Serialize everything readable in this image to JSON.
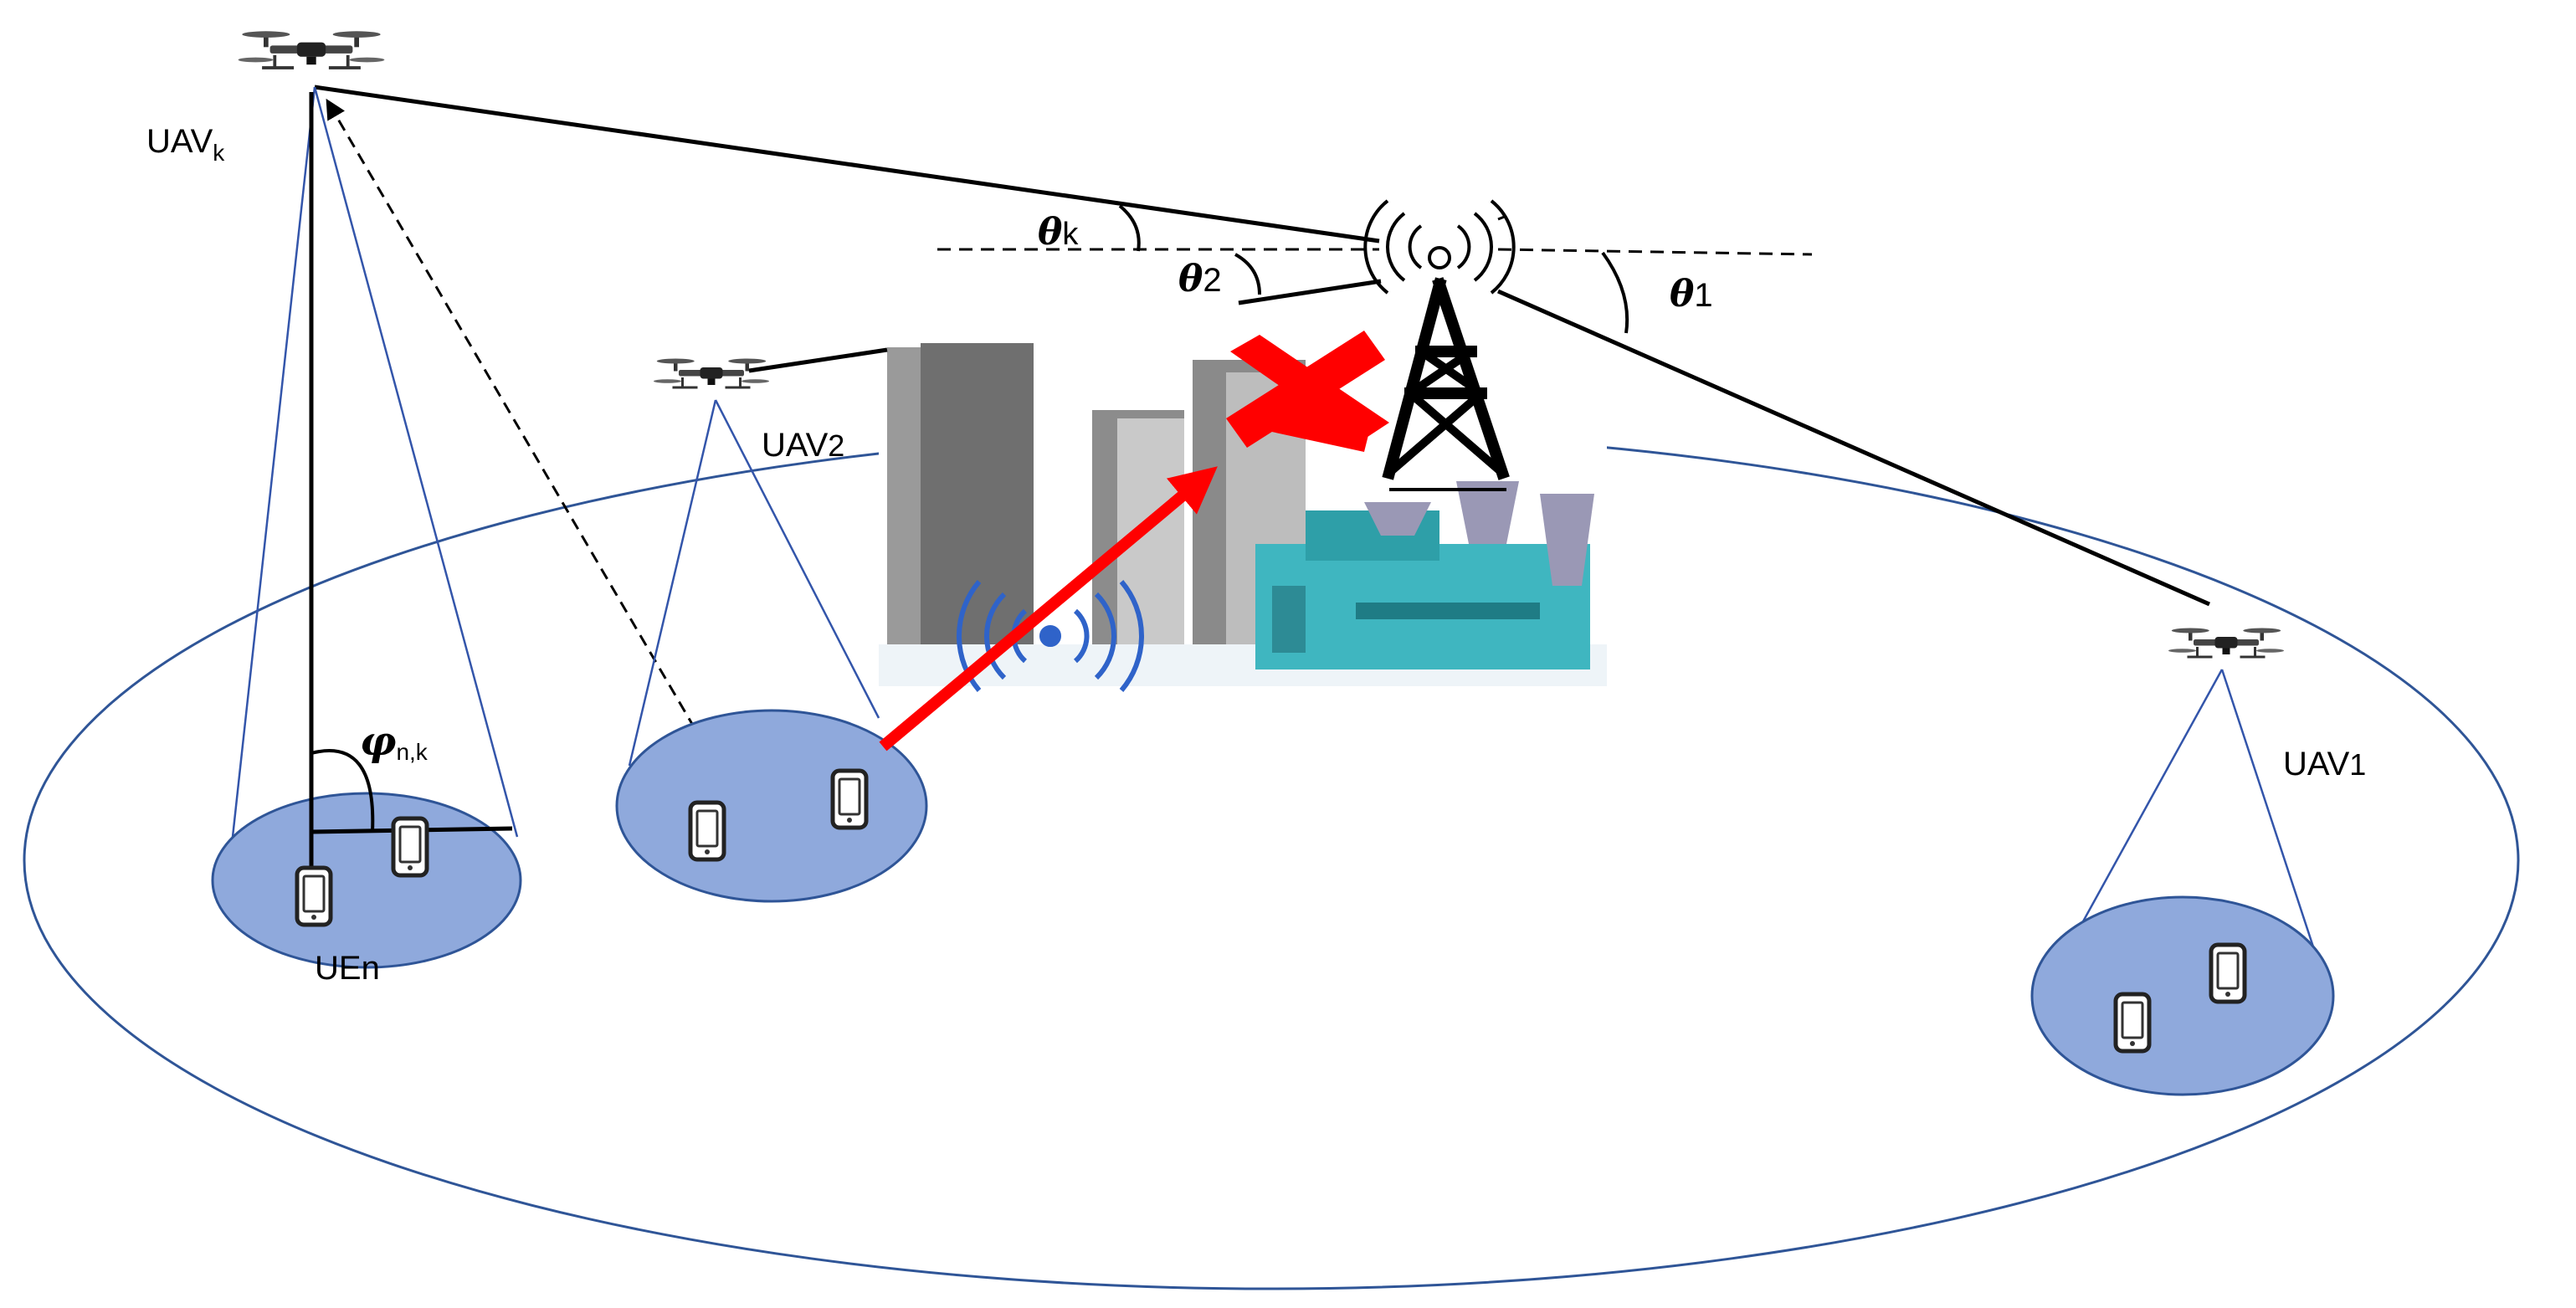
{
  "labels": {
    "uav_k": "UAV",
    "uav_k_sub": "k",
    "uav_2": "UAV",
    "uav_2_sub": "2",
    "uav_1": "UAV",
    "uav_1_sub": "1",
    "ue_n": "UEn",
    "theta_sym": "θ",
    "theta_k_sub": "k",
    "theta_2_sub": "2",
    "theta_1_sub": "1",
    "phi_sym": "φ",
    "phi_sub": "n,k"
  },
  "colors": {
    "cone_line": "#3355aa",
    "cell_fill": "#8fa9dc",
    "cell_stroke": "#2f5597",
    "link_line": "#000000",
    "blocked_signal": "#ff0000",
    "building": "#7a7a7a",
    "industry": "#3fb6c0"
  },
  "icons": {
    "drone": "drone-icon",
    "phone": "phone-icon",
    "tower": "cell-tower-icon",
    "blocked": "blocked-x-icon",
    "building": "building-icon",
    "factory": "factory-icon"
  }
}
